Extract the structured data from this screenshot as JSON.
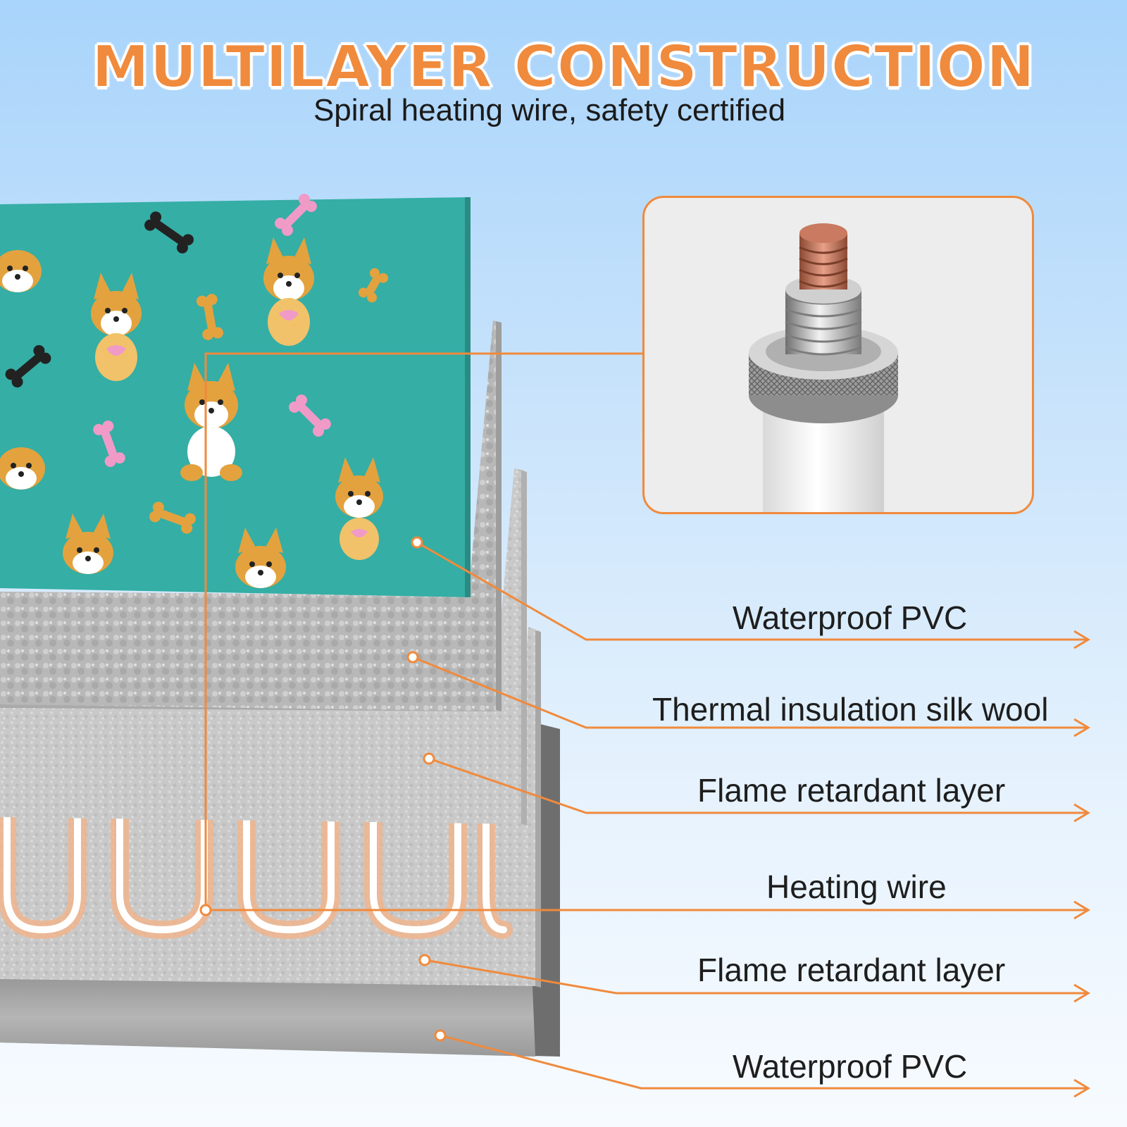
{
  "header": {
    "title": "MULTILAYER CONSTRUCTION",
    "subtitle": "Spiral heating wire, safety certified"
  },
  "layers": [
    {
      "label": "Waterproof PVC"
    },
    {
      "label": "Thermal insulation silk wool"
    },
    {
      "label": "Flame retardant layer"
    },
    {
      "label": "Heating wire"
    },
    {
      "label": "Flame retardant layer"
    },
    {
      "label": "Waterproof PVC"
    }
  ],
  "colors": {
    "accent": "#f08a3c",
    "fabric": "#35aea5",
    "background_top": "#a9d4fb",
    "background_bottom": "#f7fbff"
  },
  "icons": [
    "corgi-pattern",
    "bone-pattern",
    "spiral-heating-wire-cable"
  ]
}
